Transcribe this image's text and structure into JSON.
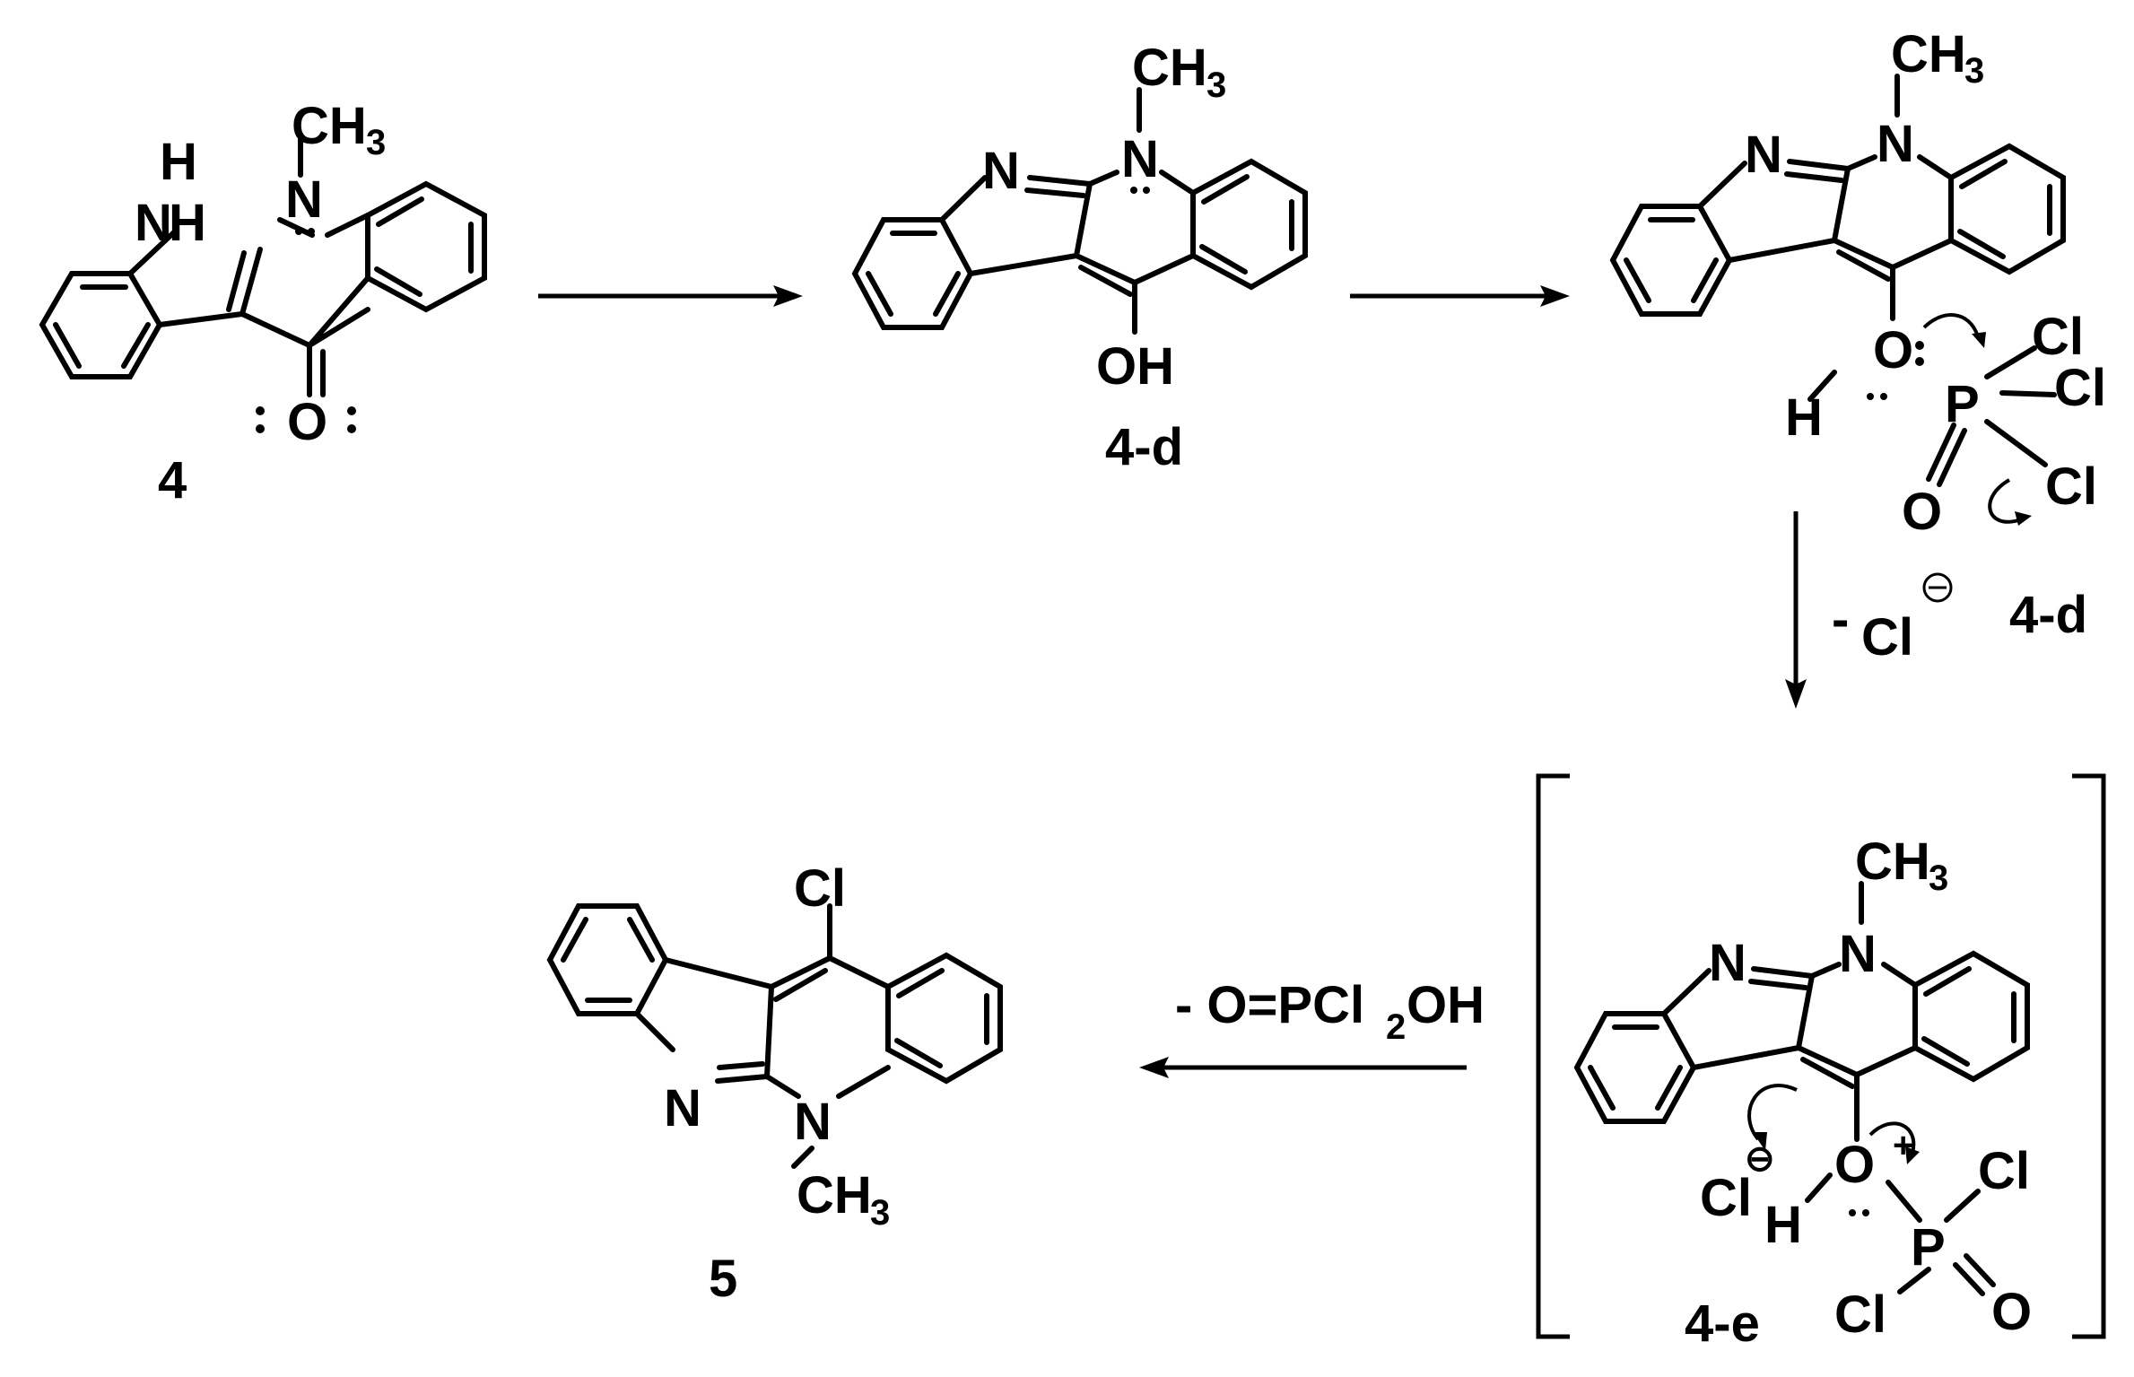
{
  "atoms": {
    "N": "N",
    "H": "H",
    "O": "O",
    "OH": "OH",
    "Cl": "Cl",
    "P": "P",
    "CH": "CH",
    "three": "3",
    "two": "2",
    "plus": "+",
    "minus_circle": "⊖"
  },
  "compounds": {
    "c4": "4",
    "c4d_a": "4-d",
    "c4d_b": "4-d",
    "c4e": "4-e",
    "c5": "5"
  },
  "conditions": {
    "minus_cl_dash": "-",
    "minus_cl": "Cl",
    "loss_prefix": "-  O=PCl",
    "loss_suffix": "OH"
  }
}
